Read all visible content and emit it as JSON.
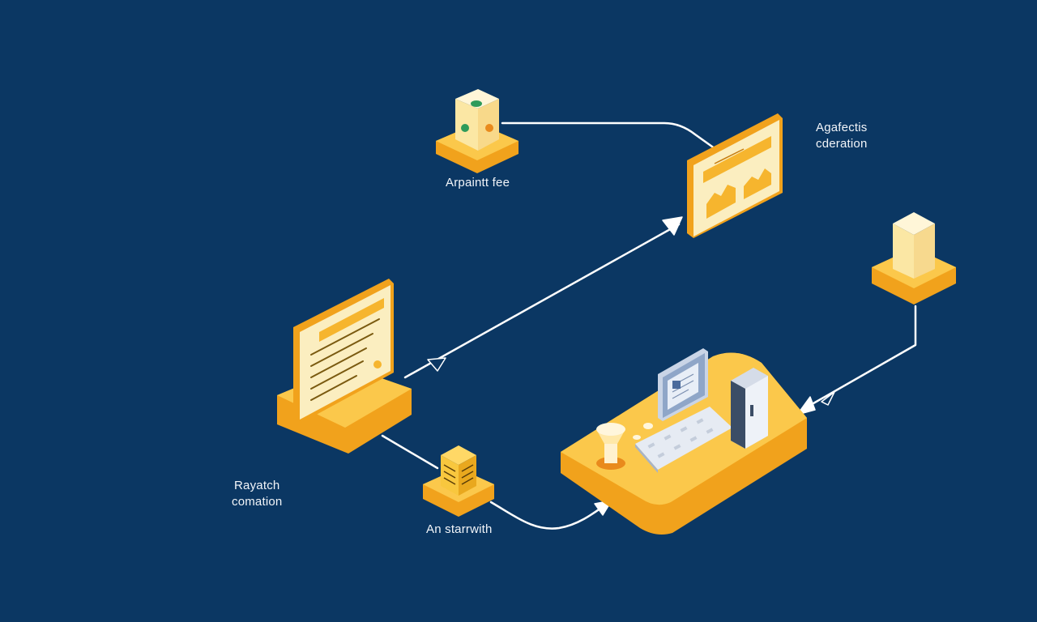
{
  "diagram": {
    "background": "#0b3763",
    "colors": {
      "platform_top": "#fbc84b",
      "platform_side": "#f1a21c",
      "panel_face": "#fbeec0",
      "panel_accent": "#f6b52e",
      "connector": "#ffffff"
    },
    "nodes": {
      "cube_node": {
        "label": "Arpaintt fee",
        "icon": "cube-icon"
      },
      "chart_panel": {
        "label": "Agafectis\ncderation",
        "icon": "chart-panel-icon"
      },
      "document_panel": {
        "label": "Rayatch\ncomation",
        "icon": "document-icon"
      },
      "server_node": {
        "label": "An starrwith",
        "icon": "server-icon"
      },
      "block_node": {
        "label": "",
        "icon": "block-icon"
      },
      "workstation": {
        "label": "",
        "icon": "workstation-icon"
      }
    },
    "connectors": [
      {
        "from": "cube_node",
        "to": "chart_panel"
      },
      {
        "from": "document_panel",
        "to": "chart_panel"
      },
      {
        "from": "block_node",
        "to": "workstation"
      },
      {
        "from": "document_panel",
        "to": "server_node"
      },
      {
        "from": "server_node",
        "to": "workstation"
      }
    ]
  }
}
